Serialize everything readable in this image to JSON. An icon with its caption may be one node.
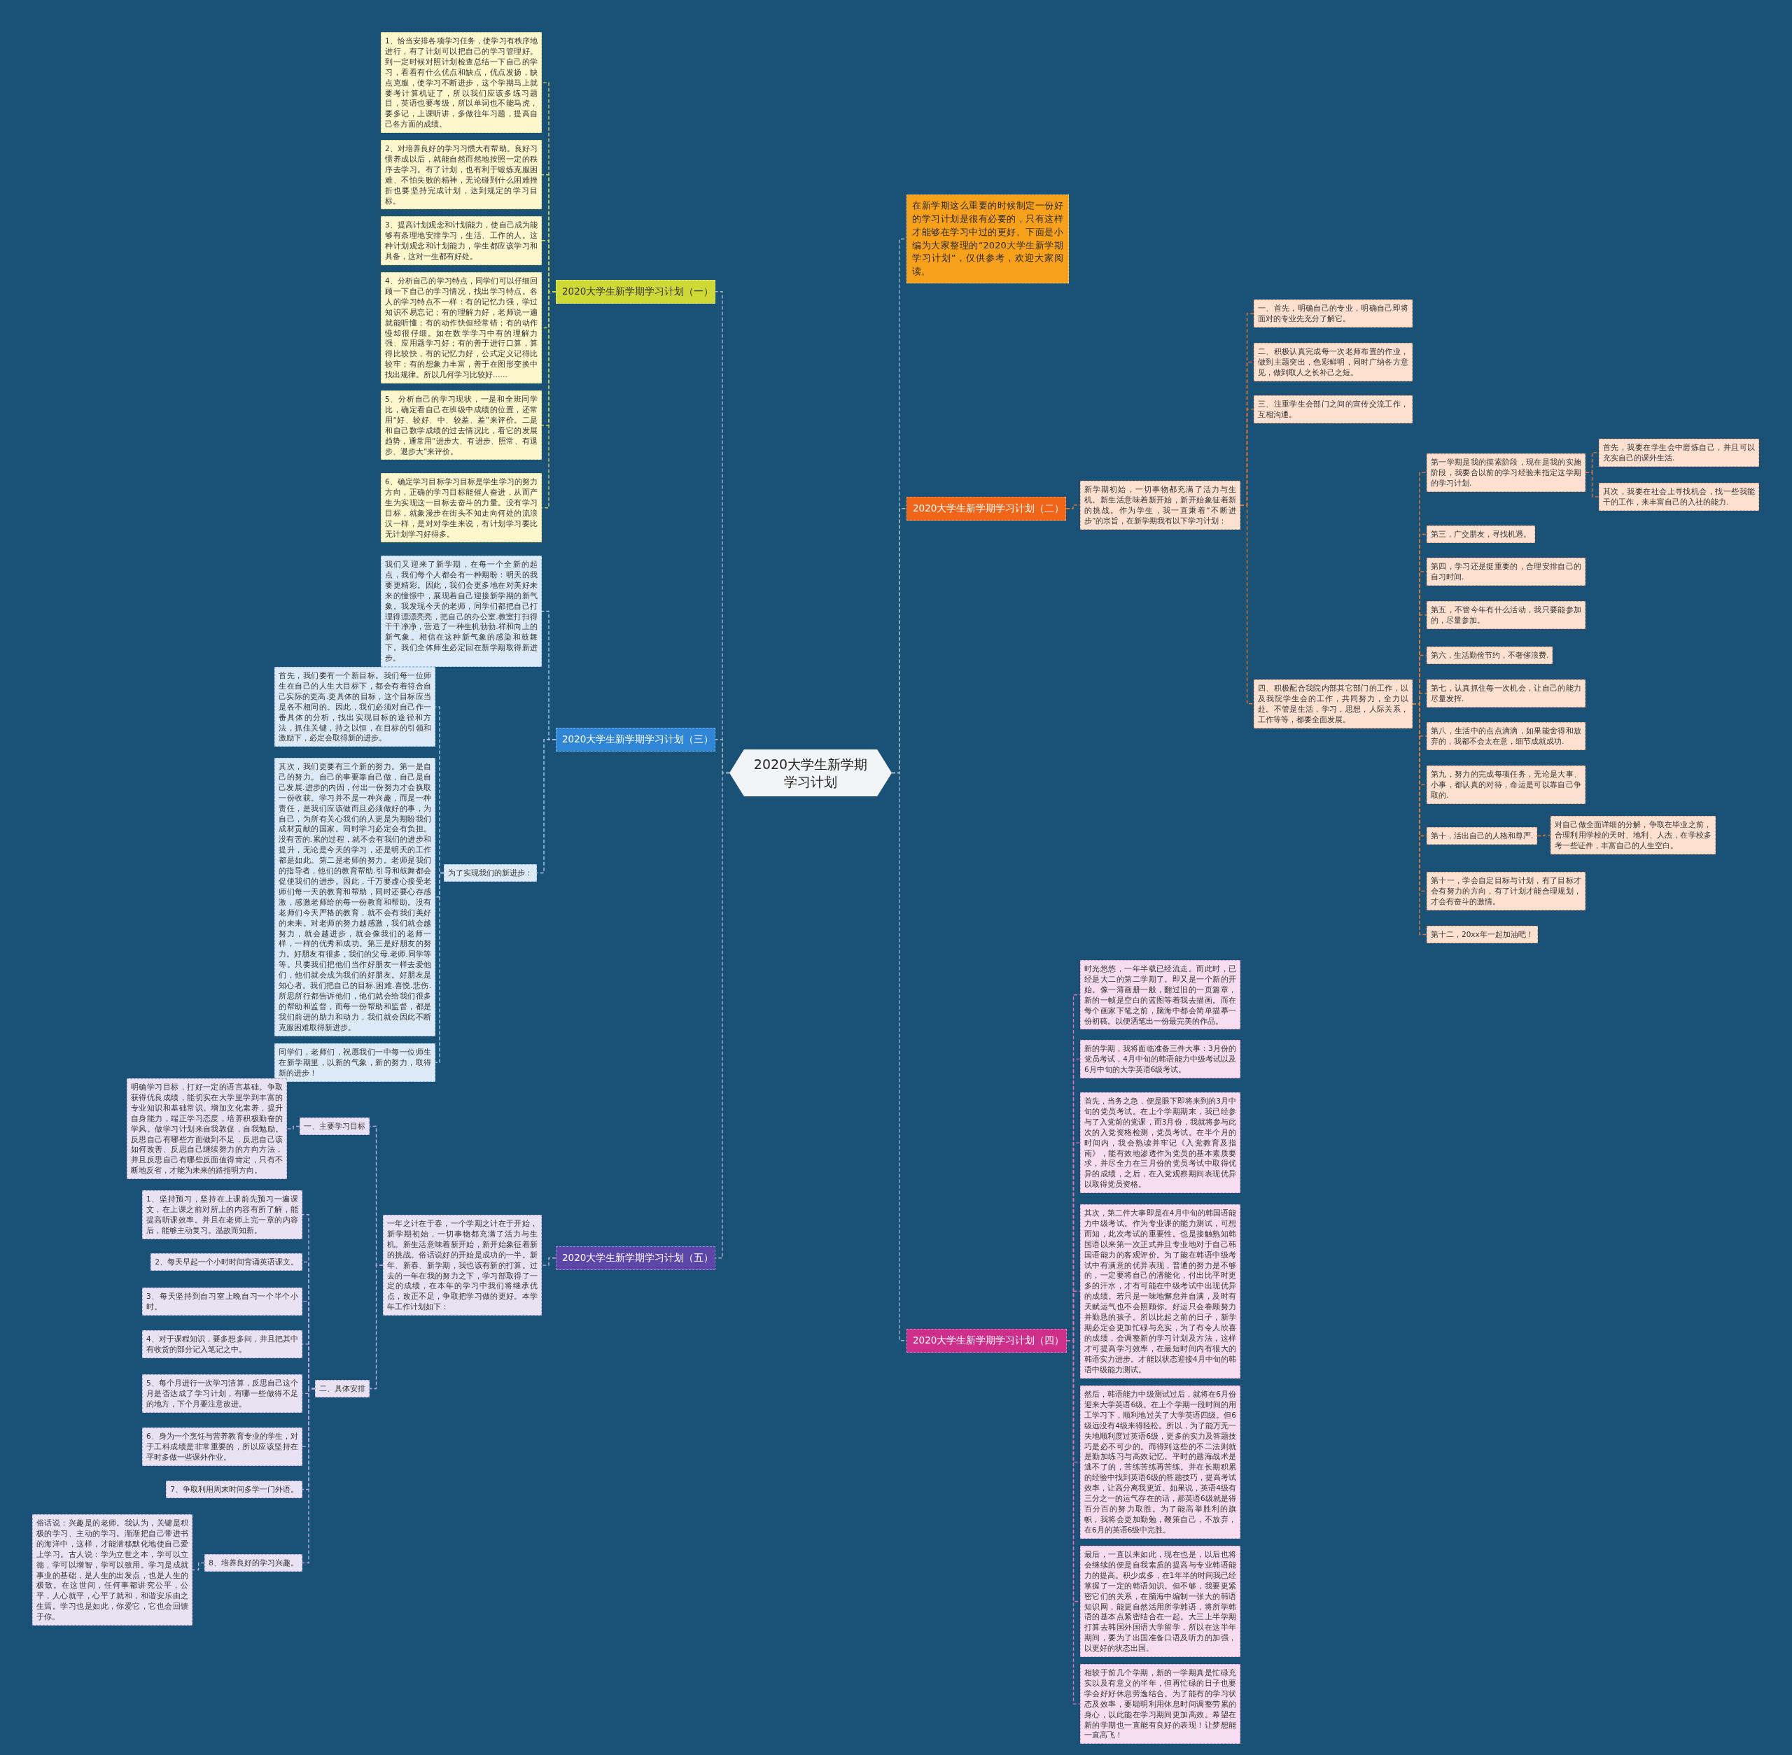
{
  "diagram": {
    "nodes": [
      {
        "text": [
          "2020大学生新学期学习计划"
        ]
      },
      {
        "text": [
          "在新学期这么重要的时候制定一份好的学习计划是很有必要的，只有这样才能够在学习中过的更好。下面是小编为大家整理的“2020大学生新学期学习计划”，仅供参考，欢迎大家阅读。"
        ]
      },
      {
        "text": [
          "2020大学生新学期学习计划（一）"
        ]
      },
      {
        "text": [
          "1、恰当安排各项学习任务，使学习有秩序地进行，有了计划可以把自己的学习管理好。到一定时候对照计划检查总结一下自己的学习，看看有什么优点和缺点，优点发扬，缺点克服，使学习不断进步，这个学期马上就要考计算机证了，所以我们应该多练习题目，英语也要考级，所以单词也不能马虎，要多记，上课听讲，多做往年习题，提高自己各方面的成绩。"
        ]
      },
      {
        "text": [
          "2、对培养良好的学习习惯大有帮助。良好习惯养成以后，就能自然而然地按照一定的秩序去学习。有了计划，也有利于锻炼克服困难、不怕失败的精神，无论碰到什么困难挫折也要坚持完成计划，达到规定的学习目标。"
        ]
      },
      {
        "text": [
          "3、提高计划观念和计划能力，使自己成为能够有条理地安排学习，生活、工作的人。这种计划观念和计划能力，学生都应该学习和具备，这对一生都有好处。"
        ]
      },
      {
        "text": [
          "4、分析自己的学习特点，同学们可以仔细回顾一下自己的学习情况，找出学习特点。各人的学习特点不一样：有的记忆力强，学过知识不易忘记；有的理解力好，老师说一遍就能听懂；有的动作快但经常错；有的动作慢却很仔细。如在数学学习中有的理解力强、应用题学习好；有的善于进行口算，算得比较快，有的记忆力好，公式定义记得比较牢；有的想象力丰富，善于在图形变换中找出规律。所以几何学习比较好……"
        ]
      },
      {
        "text": [
          "5、分析自己的学习现状，一是和全班同学比，确定看自己在班级中成绩的位置，还常用“好、较好、中、较差、差”来评价。二是和自己数学成绩的过去情况比，看它的发展趋势，通常用“进步大、有进步、照常、有退步、退步大”来评价。"
        ]
      },
      {
        "text": [
          "6、确定学习目标学习目标是学生学习的努力方向，正确的学习目标能催人奋进，从而产生为实现这一目标去奋斗的力量。没有学习目标，就象漫步在街头不知走向何处的流浪汉一样，是对对学生来说，有计划学习要比无计划学习好得多。"
        ]
      },
      {
        "text": [
          "2020大学生新学期学习计划（二）"
        ]
      },
      {
        "text": [
          "新学期初始，一切事物都充满了活力与生机。新生活意味着新开始，新开始象征着新的挑战。作为学生，我一直秉着“不断进步”的宗旨，在新学期我有以下学习计划："
        ]
      },
      {
        "text": [
          "一、首先，明确自己的专业，明确自己即将面对的专业先充分了解它。"
        ]
      },
      {
        "text": [
          "二、积极认真完成每一次老师布置的作业，做到主题突出，色彩鲜明，同时广纳各方意见，做到取人之长补己之短。"
        ]
      },
      {
        "text": [
          "三、注重学生会部门之间的宣传交流工作，互相沟通。"
        ]
      },
      {
        "text": [
          "四、积极配合我院内部其它部门的工作，以及我院学生会的工作，共同努力，全力以赴。不管是生活，学习，思想，人际关系，工作等等，都要全面发展。"
        ]
      },
      {
        "text": [
          "第一学期是我的摸索阶段，现在是我的实施阶段，我要合以前的学习经验来指定这学期的学习计划."
        ]
      },
      {
        "text": [
          "首先，我要在学生会中磨炼自己，并且可以充实自己的课外生活."
        ]
      },
      {
        "text": [
          "其次，我要在社会上寻找机会，找一些我能干的工作，来丰富自己的入社的能力."
        ]
      },
      {
        "text": [
          "第三，广交朋友，寻找机遇。"
        ]
      },
      {
        "text": [
          "第四，学习还是挺重要的，合理安排自己的自习时间."
        ]
      },
      {
        "text": [
          "第五，不管今年有什么活动，我只要能参加的，尽量参加。"
        ]
      },
      {
        "text": [
          "第六，生活勤俭节约，不奢侈浪费."
        ]
      },
      {
        "text": [
          "第七，认真抓住每一次机会，让自己的能力尽量发挥."
        ]
      },
      {
        "text": [
          "第八，生活中的点点滴滴，如果能舍得和放弃的，我都不会太在意，细节成就成功."
        ]
      },
      {
        "text": [
          "第九，努力的完成每项任务，无论是大事、小事，都认真的对待，命运是可以靠自己争取的."
        ]
      },
      {
        "text": [
          "第十，活出自己的人格和尊严."
        ]
      },
      {
        "text": [
          "对自己做全面详细的分解，争取在毕业之前，合理利用学校的天时、地利、人杰，在学校多考一些证件，丰富自己的人生空白。"
        ]
      },
      {
        "text": [
          "第十一，学会自定目标与计划，有了目标才会有努力的方向，有了计划才能合理规划，才会有奋斗的激情。"
        ]
      },
      {
        "text": [
          "第十二，20xx年一起加油吧！"
        ]
      },
      {
        "text": [
          "2020大学生新学期学习计划（三）"
        ]
      },
      {
        "text": [
          "我们又迎来了新学期，在每一个全新的起点，我们每个人都会有一种期盼：明天的我要更精彩。因此，我们会更多地在对美好未来的憧憬中，展现着自己迎接新学期的新气象。我发现今天的老师，同学们都把自己打理得漂漂亮亮，把自己的办公室.教室打扫得干干净净，营造了一种生机勃勃.祥和向上的新气象。相信在这种新气象的感染和鼓舞下。我们全体师生必定回在新学期取得新进步。"
        ]
      },
      {
        "text": [
          "为了实现我们的新进步："
        ]
      },
      {
        "text": [
          "首先，我们要有一个新目标。我们每一位师生在自己的人生大目标下，都会有着符合自己实际的更高.更具体的目标，这个目标应当是各不相同的。因此，我们必须对自己作一番具体的分析，找出实现目标的途径和方法，抓住关键，持之以恒，在目标的引领和激励下，必定会取得新的进步。"
        ]
      },
      {
        "text": [
          "其次，我们更要有三个新的努力。第一是自己的努力。自己的事要靠自己做，自己是自己发展.进步的内因，付出一份努力才会换取一份收获。学习并不是一种兴趣，而是一种责任，是我们应该做而且必须做好的事，为自己，为所有关心我们的人更是为期盼我们成材贡献的国家。同时学习必定会有负担。没有苦的.累的过程，就不会有我们的进步和提升，无论是今天的学习，还是明天的工作都是如此。第二是老师的努力。老师是我们的指导者，他们的教育帮助.引导和鼓舞都会促使我们的进步。因此，千万要虚心接受老师们每一天的教育和帮助，同时还要心存感激，感激老师给的每一份教育和帮助。没有老师们今天严格的教育，就不会有我们美好的未来。对老师的努力越感激，我们就会越努力，就会越进步，就会像我们的老师一样，一样的优秀和成功。第三是好朋友的努力。好朋友有很多，我们的父母.老师.同学等等。只要我们把他们当作好朋友一样去爱他们，他们就会成为我们的好朋友。好朋友是知心者。我们把自己的目标.困难.喜悦.悲伤.所思所行都告诉他们，他们就会给我们很多的帮助和监督，而每一份帮助和监督，都是我们前进的助力和动力，我们就会因此不断克服困难取得新进步。"
        ]
      },
      {
        "text": [
          "同学们，老师们，祝愿我们一中每一位师生在新学期里，以新的气象，新的努力，取得新的进步！"
        ]
      },
      {
        "text": [
          "2020大学生新学期学习计划（四）"
        ]
      },
      {
        "text": [
          "时光悠悠，一年半载已经流走。而此时，已经是大二的第二学期了。即又是一个新的开始。像一薄画册一般，翻过旧的一页篇章，新的一帧是空白的蓝图等着我去描画。而在每个画家下笔之前，脑海中都会简单描摹一份初稿。以便洒笔出一份最完美的作品。"
        ]
      },
      {
        "text": [
          "新的学期，我将面临准备三件大事：3月份的党员考试，4月中旬的韩语能力中级考试以及6月中旬的大学英语6级考试。"
        ]
      },
      {
        "text": [
          "首先，当务之急，便是眼下即将来到的3月中旬的党员考试。在上个学期期末，我已经参与了入党前的党课，而3月份，我就将参与此次的入党资格检测，党员考试。在半个月的时间内，我会熟读并牢记《入党教育及指南》，能有效地渗透作为党员的基本素质要求，并尽全力在三月份的党员考试中取得优异的成绩，之后，在入党观察期间表现优异以取得党员资格。"
        ]
      },
      {
        "text": [
          "其次，第二件大事即是在4月中旬的韩国语能力中级考试。作为专业课的能力测试，可想而知，此次考试的重要性。也是接触熟知韩国语以来第一次正式并且专业地对于自己韩国语能力的客观评价。为了能在韩语中级考试中有满意的优异表现，普通的努力是不够的，一定要将自己的潜能化，付出比平时更多的汗水，才有可能在中级考试中出现优异的成绩。若只是一味地懈怠并自满，及时有天赋运气也不会照顾你。好运只会眷顾努力并勤恳的孩子。所以比起之前的日子，新学期必定会更加忙碌与充实，为了有令人欣喜的成绩，会调整新的学习计划及方法，这样才可提高学习效率，在最短时间内有很大的韩语实力进步。才能以状态迎接4月中旬的韩语中级能力测试。"
        ]
      },
      {
        "text": [
          "然后，韩语能力中级测试过后，就将在6月份迎来大学英语6级。在上个学期一段时间的用工学习下，顺利地过关了大学英语四级。但6级远没有4级来得轻松。所以，为了能万无一失地顺利度过英语6级，更多的实力及答题技巧是必不可少的。而得到这些的不二法则就是勤加练习与高效记忆。平时的题海战术是逃不了的，苦练苦练再苦练。并在长期积累的经验中找到英语6级的答题技巧，提高考试效率，让高分离我更近。如果说，英语4级有三分之一的运气存在的话，那英语6级就是得百分百的努力取胜。为了能高举胜利的旗帜，我将会更加勤勉，鞭策自己，不放弃，在6月的英语6级中完胜。"
        ]
      },
      {
        "text": [
          "最后，一直以来如此，现在也是，以后也将会继续的便是自我素质的提高与专业韩语能力的提高。积少成多，在1年半的时间我已经掌握了一定的韩语知识。但不够，我要更紧密它们的关系，在脑海中编制一张大的韩语知识网，能更自然活用所学韩语，将所学韩语的基本点紧密结合在一起。大三上半学期打算去韩国外国语大学留学，所以在这半年期间，要为了出国准备口语及听力的加强，以更好的状态出国。"
        ]
      },
      {
        "text": [
          "相较于前几个学期，新的一学期真是忙碌充实以及有意义的半年，但再忙碌的日子也要学会好好休息劳逸结合。为了能有的学习状态及效率，要聪明利用休息时间调整劳累的身心，以此能在学习期间更加高效。希望在新的学期也一直能有良好的表现！让梦想能一直高飞！"
        ]
      },
      {
        "text": [
          "2020大学生新学期学习计划（五）"
        ]
      },
      {
        "text": [
          "一年之计在于春，一个学期之计在于开始，新学期初始，一切事物都充满了活力与生机。新生活意味着新开始，新开始象征着新的挑战。俗话说好的开始是成功的一半。新年、新春、新学期，我也该有新的打算。过去的一年在我的努力之下，学习部取得了一定的成绩，在本年的学习中我们将继承优点，改正不足，争取把学习做的更好。本学年工作计划如下："
        ]
      },
      {
        "text": [
          "一、主要学习目标"
        ]
      },
      {
        "text": [
          "明确学习目标，打好一定的语言基础。争取获得优良成绩，能切实在大学里学到丰富的专业知识和基础常识。增加文化素养，提升自身能力，端正学习态度，培养积极勤奋的学风。做学习计划来自我敦促，自我勉励。反思自己有哪些方面做到不足，反思自己该如何改善、反思自己继续努力的方向方法，并且反思自己有哪些反面值得肯定，只有不断地反省，才能为未来的路指明方向。"
        ]
      },
      {
        "text": [
          "二、具体安排"
        ]
      },
      {
        "text": [
          "1、坚持预习，坚持在上课前先预习一遍课文，在上课之前对所上的内容有所了解，能提高听课效率。并且在老师上完一章的内容后，能够主动复习。温故而知新。"
        ]
      },
      {
        "text": [
          "2、每天早起一个小时时间背诵英语课文。"
        ]
      },
      {
        "text": [
          "3、每天坚持到自习室上晚自习一个半个小时。"
        ]
      },
      {
        "text": [
          "4、对于课程知识，要多想多问，并且把其中有收货的部分记入笔记之中。"
        ]
      },
      {
        "text": [
          "5、每个月进行一次学习清算，反思自己这个月是否达成了学习计划，有哪一些做得不足的地方，下个月要注意改进。"
        ]
      },
      {
        "text": [
          "6、身为一个烹饪与营养教育专业的学生，对于工科成绩是非常重要的，所以应该坚持在平时多做一些课外作业。"
        ]
      },
      {
        "text": [
          "7、争取利用周末时间多学一门外语。"
        ]
      },
      {
        "text": [
          "8、培养良好的学习兴趣。"
        ]
      },
      {
        "text": [
          "俗话说：兴趣是的老师。我认为，关键是积极的学习、主动的学习。渐渐把自己带进书的海洋中，这样，才能潜移默化地使自己爱上学习。古人说：学为立世之本，学可以立德，学可以增智，学可以致用。学习是成就事业的基础，是人生的出发点，也是人生的极致。在这世间，任何事都讲究公平，公平，人心就平，心平了就和，和谐安乐由之生焉。学习也是如此，你爱它，它也会回馈于你。"
        ]
      }
    ],
    "edges": [
      {
        "from": 0,
        "to": 1,
        "arrow": "none",
        "color": "#9fb3c4"
      },
      {
        "from": 0,
        "to": 2,
        "arrow": "none",
        "color": "#9fb3c4"
      },
      {
        "from": 0,
        "to": 9,
        "arrow": "none",
        "color": "#9fb3c4"
      },
      {
        "from": 0,
        "to": 29,
        "arrow": "none",
        "color": "#9fb3c4"
      },
      {
        "from": 0,
        "to": 35,
        "arrow": "none",
        "color": "#9fb3c4"
      },
      {
        "from": 0,
        "to": 43,
        "arrow": "none",
        "color": "#9fb3c4"
      },
      {
        "from": 2,
        "to": 3,
        "arrow": "none",
        "color": "#c9d24a"
      },
      {
        "from": 2,
        "to": 4,
        "arrow": "none",
        "color": "#c9d24a"
      },
      {
        "from": 2,
        "to": 5,
        "arrow": "none",
        "color": "#c9d24a"
      },
      {
        "from": 2,
        "to": 6,
        "arrow": "none",
        "color": "#c9d24a"
      },
      {
        "from": 2,
        "to": 7,
        "arrow": "none",
        "color": "#c9d24a"
      },
      {
        "from": 2,
        "to": 8,
        "arrow": "none",
        "color": "#c9d24a"
      },
      {
        "from": 9,
        "to": 10,
        "arrow": "none",
        "color": "#e8782e"
      },
      {
        "from": 10,
        "to": 11,
        "arrow": "none",
        "color": "#e8782e"
      },
      {
        "from": 10,
        "to": 12,
        "arrow": "none",
        "color": "#e8782e"
      },
      {
        "from": 10,
        "to": 13,
        "arrow": "none",
        "color": "#e8782e"
      },
      {
        "from": 10,
        "to": 14,
        "arrow": "none",
        "color": "#e8782e"
      },
      {
        "from": 14,
        "to": 15,
        "arrow": "none",
        "color": "#e8782e"
      },
      {
        "from": 15,
        "to": 16,
        "arrow": "none",
        "color": "#e8782e"
      },
      {
        "from": 15,
        "to": 17,
        "arrow": "none",
        "color": "#e8782e"
      },
      {
        "from": 14,
        "to": 18,
        "arrow": "none",
        "color": "#e8782e"
      },
      {
        "from": 14,
        "to": 19,
        "arrow": "none",
        "color": "#e8782e"
      },
      {
        "from": 14,
        "to": 20,
        "arrow": "none",
        "color": "#e8782e"
      },
      {
        "from": 14,
        "to": 21,
        "arrow": "none",
        "color": "#e8782e"
      },
      {
        "from": 14,
        "to": 22,
        "arrow": "none",
        "color": "#e8782e"
      },
      {
        "from": 14,
        "to": 23,
        "arrow": "none",
        "color": "#e8782e"
      },
      {
        "from": 14,
        "to": 24,
        "arrow": "none",
        "color": "#e8782e"
      },
      {
        "from": 14,
        "to": 25,
        "arrow": "none",
        "color": "#e8782e"
      },
      {
        "from": 25,
        "to": 26,
        "arrow": "none",
        "color": "#e8782e"
      },
      {
        "from": 14,
        "to": 27,
        "arrow": "none",
        "color": "#e8782e"
      },
      {
        "from": 14,
        "to": 28,
        "arrow": "none",
        "color": "#e8782e"
      },
      {
        "from": 29,
        "to": 30,
        "arrow": "none",
        "color": "#a9c9e6"
      },
      {
        "from": 29,
        "to": 31,
        "arrow": "none",
        "color": "#a9c9e6"
      },
      {
        "from": 31,
        "to": 32,
        "arrow": "none",
        "color": "#a9c9e6"
      },
      {
        "from": 31,
        "to": 33,
        "arrow": "none",
        "color": "#a9c9e6"
      },
      {
        "from": 31,
        "to": 34,
        "arrow": "none",
        "color": "#a9c9e6"
      },
      {
        "from": 35,
        "to": 36,
        "arrow": "none",
        "color": "#e070b0"
      },
      {
        "from": 35,
        "to": 37,
        "arrow": "none",
        "color": "#e070b0"
      },
      {
        "from": 35,
        "to": 38,
        "arrow": "none",
        "color": "#e070b0"
      },
      {
        "from": 35,
        "to": 39,
        "arrow": "none",
        "color": "#e070b0"
      },
      {
        "from": 35,
        "to": 40,
        "arrow": "none",
        "color": "#e070b0"
      },
      {
        "from": 35,
        "to": 41,
        "arrow": "none",
        "color": "#e070b0"
      },
      {
        "from": 35,
        "to": 42,
        "arrow": "none",
        "color": "#e070b0"
      },
      {
        "from": 43,
        "to": 44,
        "arrow": "none",
        "color": "#b9acd8"
      },
      {
        "from": 44,
        "to": 45,
        "arrow": "none",
        "color": "#b9acd8"
      },
      {
        "from": 45,
        "to": 46,
        "arrow": "none",
        "color": "#b9acd8"
      },
      {
        "from": 44,
        "to": 47,
        "arrow": "none",
        "color": "#b9acd8"
      },
      {
        "from": 47,
        "to": 48,
        "arrow": "none",
        "color": "#b9acd8"
      },
      {
        "from": 47,
        "to": 49,
        "arrow": "none",
        "color": "#b9acd8"
      },
      {
        "from": 47,
        "to": 50,
        "arrow": "none",
        "color": "#b9acd8"
      },
      {
        "from": 47,
        "to": 51,
        "arrow": "none",
        "color": "#b9acd8"
      },
      {
        "from": 47,
        "to": 52,
        "arrow": "none",
        "color": "#b9acd8"
      },
      {
        "from": 47,
        "to": 53,
        "arrow": "none",
        "color": "#b9acd8"
      },
      {
        "from": 47,
        "to": 54,
        "arrow": "none",
        "color": "#b9acd8"
      },
      {
        "from": 47,
        "to": 55,
        "arrow": "none",
        "color": "#b9acd8"
      },
      {
        "from": 55,
        "to": 56,
        "arrow": "none",
        "color": "#b9acd8"
      }
    ]
  }
}
